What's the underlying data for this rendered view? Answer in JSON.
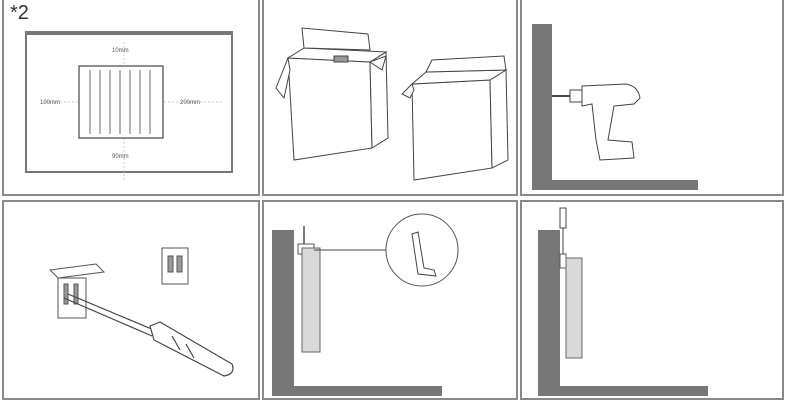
{
  "step_label": "*2",
  "panel1": {
    "dim_top": "10mm",
    "dim_left": "100mm",
    "dim_right": "200mm",
    "dim_bottom": "90mm"
  },
  "colors": {
    "wall": "#777777",
    "panel_border": "#8a8a8a",
    "heater_fill": "#d9d9d9",
    "line": "#555555"
  }
}
